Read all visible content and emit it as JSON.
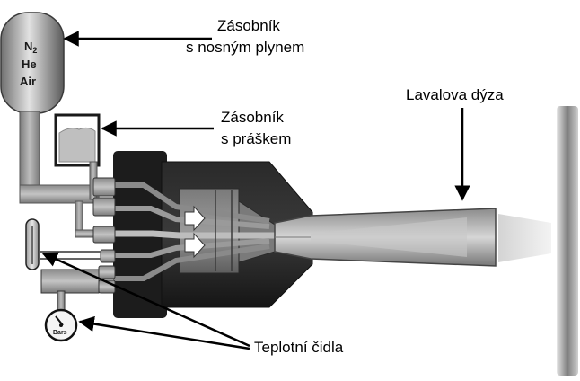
{
  "labels": {
    "gas_tank_line1": "Zásobník",
    "gas_tank_line2": "s nosným plynem",
    "powder_tank_line1": "Zásobník",
    "powder_tank_line2": "s práškem",
    "nozzle": "Lavalova dýza",
    "sensors": "Teplotní čidla"
  },
  "gas_tank": {
    "n": "N",
    "n_sub": "2",
    "he": "He",
    "air": "Air"
  },
  "gauge_text": "Bars"
}
